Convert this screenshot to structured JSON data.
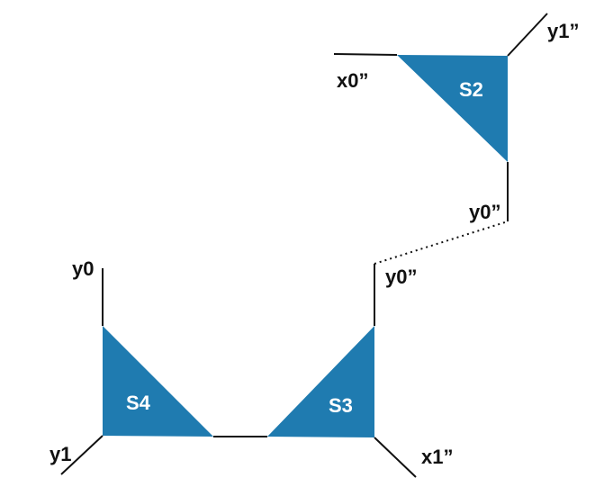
{
  "colors": {
    "triangle_fill": "#1f7bb0",
    "line": "#111111",
    "triangle_label": "#ffffff"
  },
  "shapes": {
    "s2": "S2",
    "s3": "S3",
    "s4": "S4"
  },
  "labels": {
    "x0_double_prime": "x0”",
    "y1_double_prime": "y1”",
    "y0_double_prime_upper": "y0”",
    "y0_double_prime_lower": "y0”",
    "y0": "y0",
    "y1": "y1",
    "x1_double_prime": "x1”"
  }
}
